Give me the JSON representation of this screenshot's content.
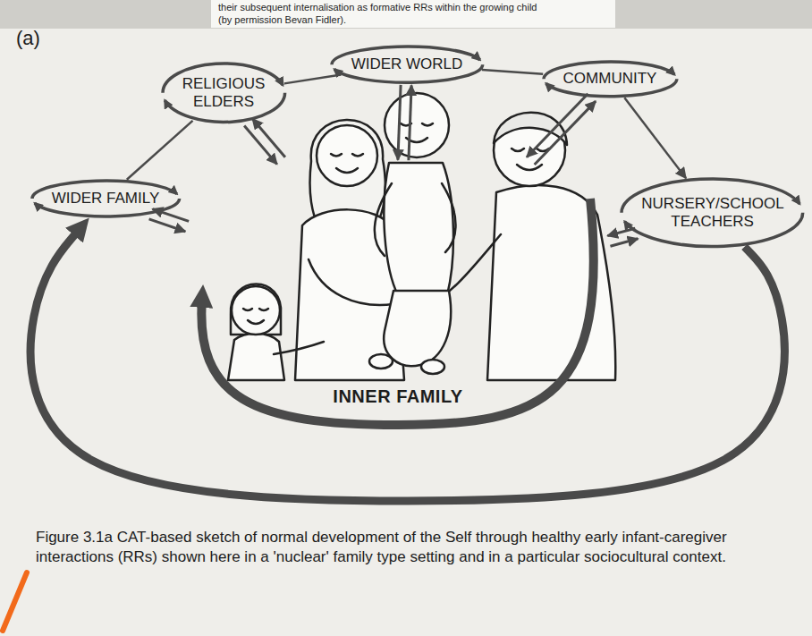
{
  "diagram": {
    "caption": "Figure 3.1a CAT-based sketch of normal development of the Self through healthy early infant-caregiver interactions (RRs) shown here in a 'nuclear' family type setting and in a particular sociocultural context.",
    "nodes": [
      {
        "text": [
          "WIDER WORLD"
        ]
      },
      {
        "text": [
          "RELIGIOUS ELDERS"
        ]
      },
      {
        "text": [
          "COMMUNITY"
        ]
      },
      {
        "text": [
          "WIDER FAMILY"
        ]
      },
      {
        "text": [
          "NURSERY/SCHOOL TEACHERS"
        ]
      },
      {
        "text": [
          "INNER FAMILY"
        ]
      }
    ],
    "edges": [
      {
        "from": 3,
        "to": 1,
        "arrow": "none"
      },
      {
        "from": 1,
        "to": 0,
        "arrow": "none"
      },
      {
        "from": 0,
        "to": 2,
        "arrow": "none"
      },
      {
        "from": 2,
        "to": 4,
        "arrow": "to"
      },
      {
        "from": 3,
        "to": 5,
        "arrow": "both"
      },
      {
        "from": 1,
        "to": 5,
        "arrow": "both"
      },
      {
        "from": 0,
        "to": 5,
        "arrow": "both"
      },
      {
        "from": 2,
        "to": 5,
        "arrow": "both"
      },
      {
        "from": 4,
        "to": 5,
        "arrow": "both"
      },
      {
        "from": 4,
        "to": 3,
        "arrow": "to"
      }
    ],
    "labels": [
      "(a)",
      "their subsequent internalisation as formative RRs within the growing child",
      "(by permission Bevan Fidler)."
    ]
  }
}
